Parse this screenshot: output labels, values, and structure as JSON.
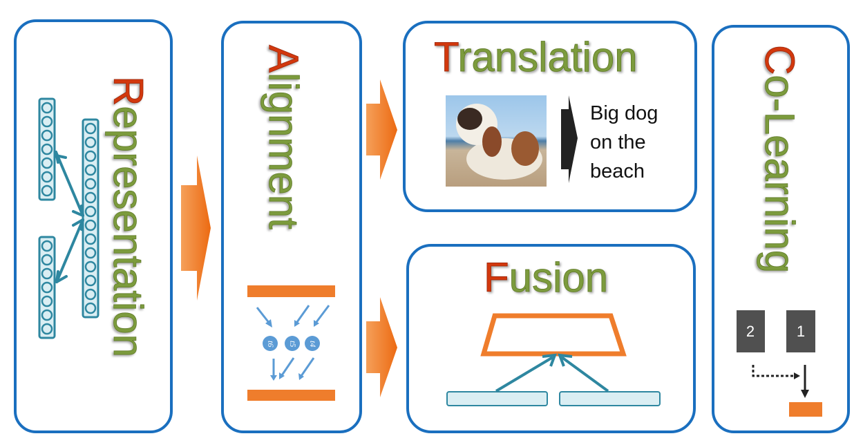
{
  "colors": {
    "border": "#1a6fbf",
    "arrow": "#ef7d2c",
    "title_initial": "#d2380c",
    "title_rest": "#7c9b3c",
    "network": "#2e87a0",
    "alignment_node": "#5b9bd5",
    "colearn_box": "#505050"
  },
  "panels": {
    "representation": {
      "initial": "R",
      "rest": "epresentation"
    },
    "alignment": {
      "initial": "A",
      "rest": "lignment",
      "nodes": [
        "t6",
        "t5",
        "t4"
      ]
    },
    "translation": {
      "initial": "T",
      "rest": "ranslation",
      "image": "dog-on-beach-photo",
      "caption": [
        "Big dog",
        "on the",
        "beach"
      ]
    },
    "fusion": {
      "initial": "F",
      "rest": "usion"
    },
    "colearning": {
      "initial": "C",
      "rest": "o-Learning",
      "boxes": [
        "2",
        "1"
      ]
    }
  }
}
